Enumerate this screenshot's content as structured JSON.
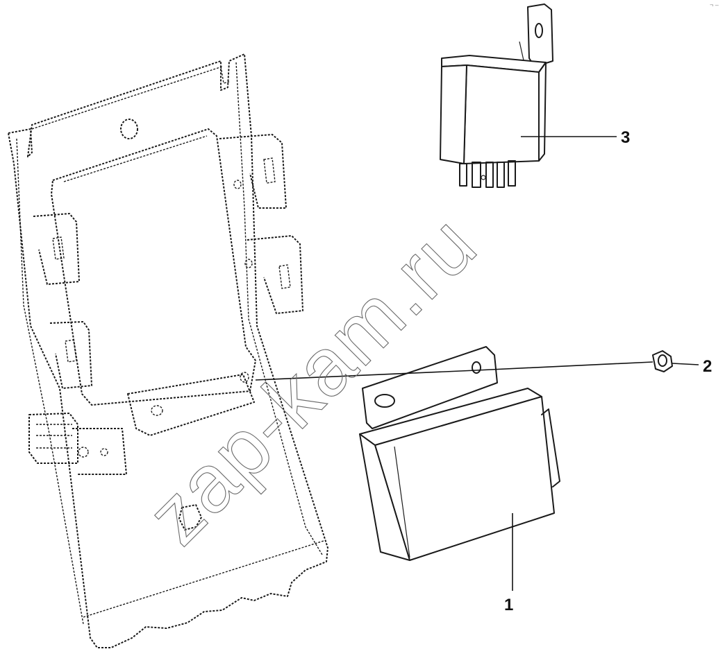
{
  "diagram": {
    "callouts": [
      {
        "id": "1",
        "label": "1"
      },
      {
        "id": "2",
        "label": "2"
      },
      {
        "id": "3",
        "label": "3"
      }
    ],
    "watermark": "zap-kam.ru",
    "corner_mark": "¬ –"
  }
}
